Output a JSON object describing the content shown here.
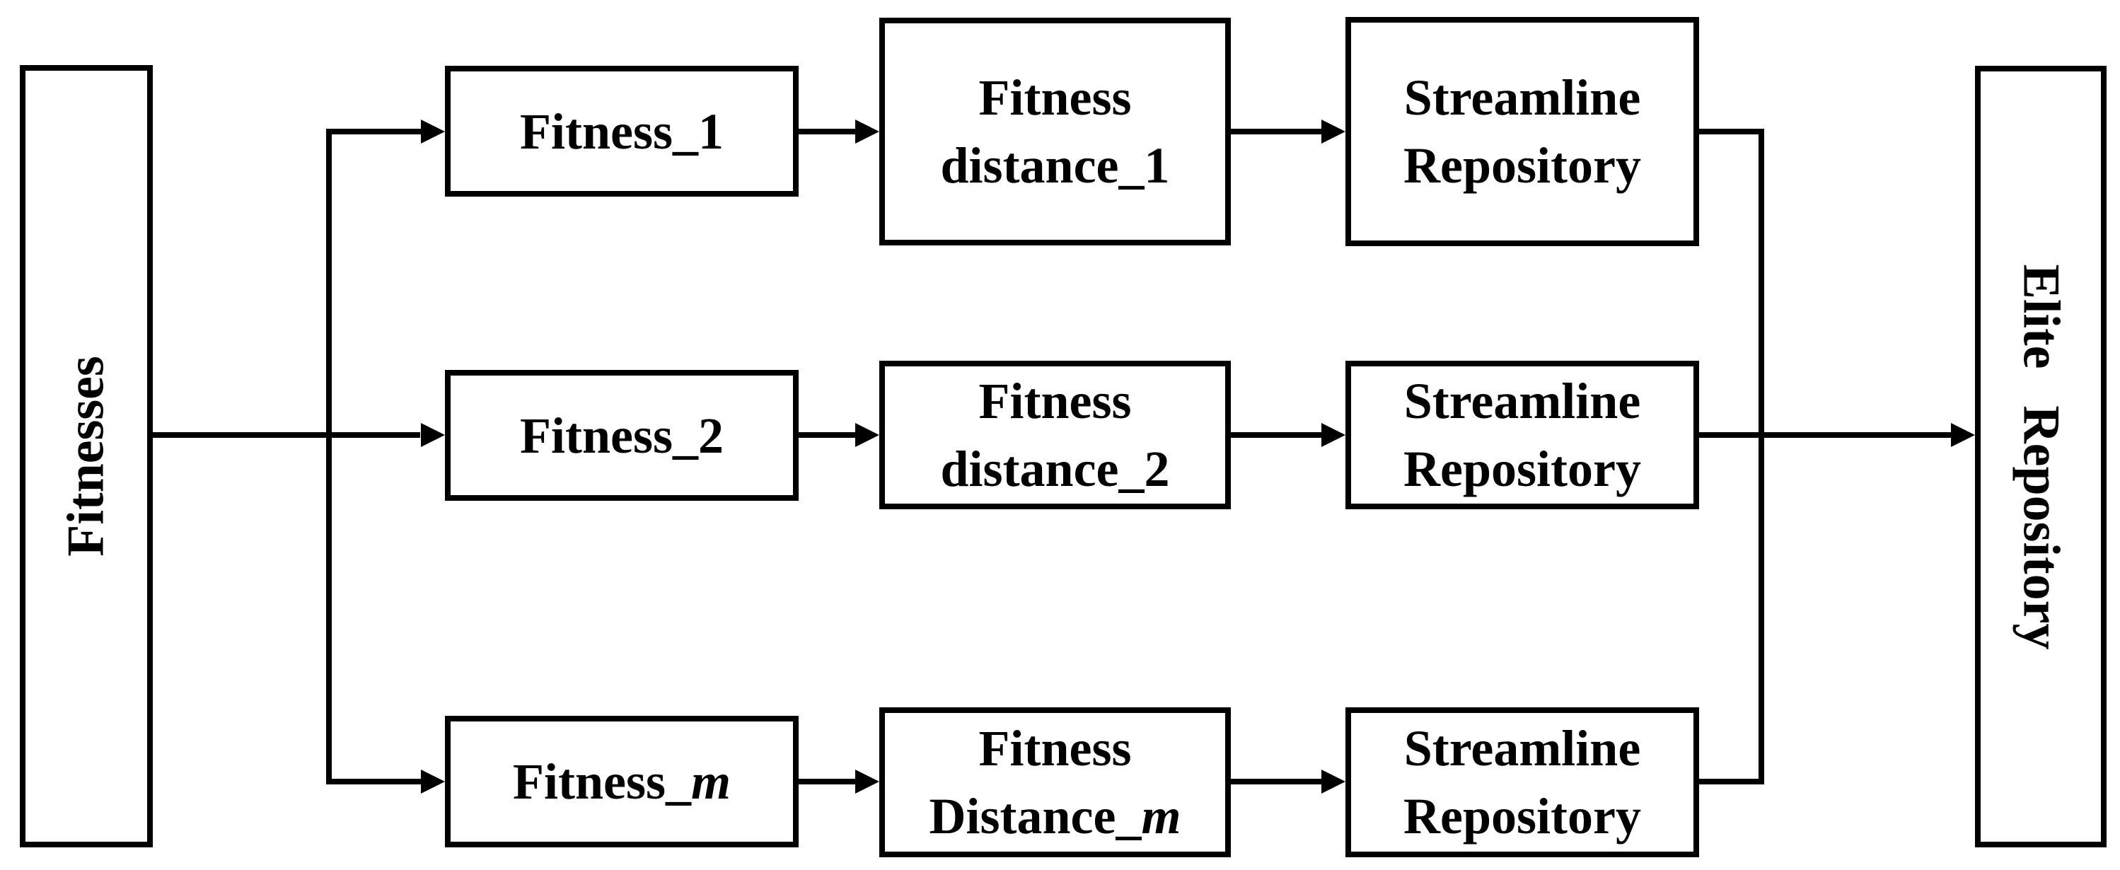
{
  "colors": {
    "ink": "#000000",
    "paper": "#ffffff"
  },
  "diagram": {
    "source_box": {
      "label": "Fitnesses"
    },
    "sink_box": {
      "label": "Elite Repository"
    },
    "rows": [
      {
        "fitness": {
          "prefix": "Fitness_",
          "suffix": "1",
          "suffix_class": "rm"
        },
        "distance": {
          "line1": "Fitness",
          "line2_prefix": "distance_",
          "line2_suffix": "1",
          "suffix_class": "rm"
        },
        "repository": {
          "line1": "Streamline",
          "line2": "Repository"
        }
      },
      {
        "fitness": {
          "prefix": "Fitness_",
          "suffix": "2",
          "suffix_class": "rm"
        },
        "distance": {
          "line1": "Fitness",
          "line2_prefix": "distance_",
          "line2_suffix": "2",
          "suffix_class": "rm"
        },
        "repository": {
          "line1": "Streamline",
          "line2": "Repository"
        }
      },
      {
        "fitness": {
          "prefix": "Fitness_",
          "suffix": "m",
          "suffix_class": "it"
        },
        "distance": {
          "line1": "Fitness",
          "line2_prefix": "Distance_",
          "line2_suffix": "m",
          "suffix_class": "it"
        },
        "repository": {
          "line1": "Streamline",
          "line2": "Repository"
        }
      }
    ]
  }
}
